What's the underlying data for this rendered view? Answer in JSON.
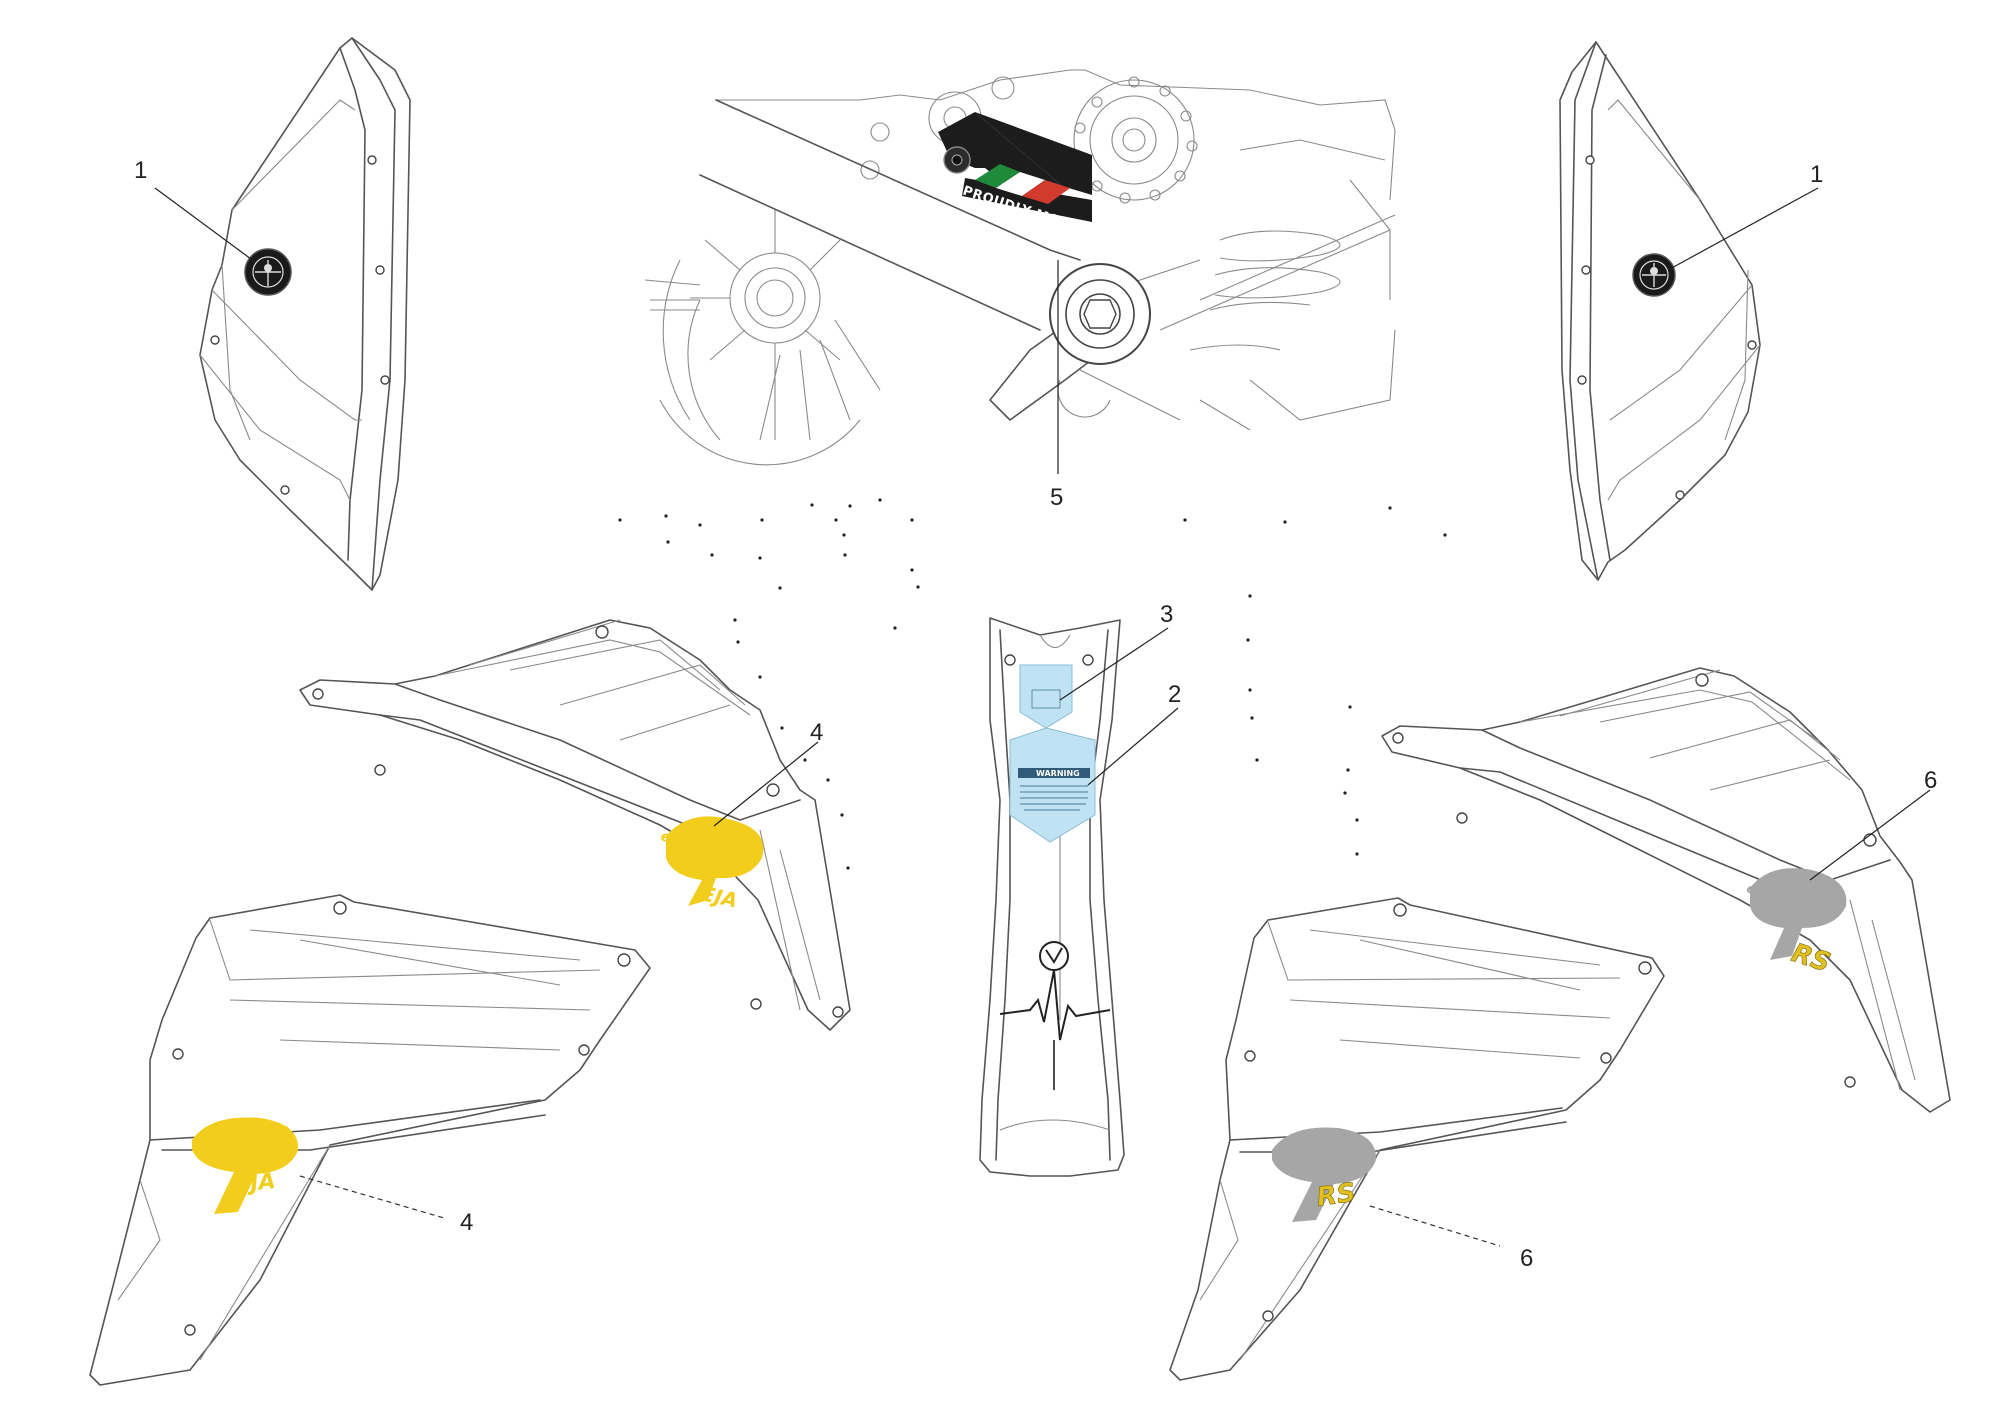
{
  "callouts": [
    {
      "id": "1",
      "label": "1"
    },
    {
      "id": "1b",
      "label": "1"
    },
    {
      "id": "2",
      "label": "2"
    },
    {
      "id": "3",
      "label": "3"
    },
    {
      "id": "4",
      "label": "4"
    },
    {
      "id": "4b",
      "label": "4"
    },
    {
      "id": "5",
      "label": "5"
    },
    {
      "id": "6",
      "label": "6"
    },
    {
      "id": "6b",
      "label": "6"
    }
  ],
  "decals": {
    "made_in_plate": "PROUDLY MADE IN MODENA",
    "esse": "esse",
    "eja": "EJA",
    "rs": "RS",
    "warning_title": "WARNING"
  },
  "colors": {
    "yellow_decal": "#f2cd1c",
    "grey_decal": "#a6a6a6",
    "blue_label": "#bfe3f3",
    "flag_green": "#1f8a3a",
    "flag_red": "#d23a2e",
    "plate_black": "#1c1c1c"
  }
}
